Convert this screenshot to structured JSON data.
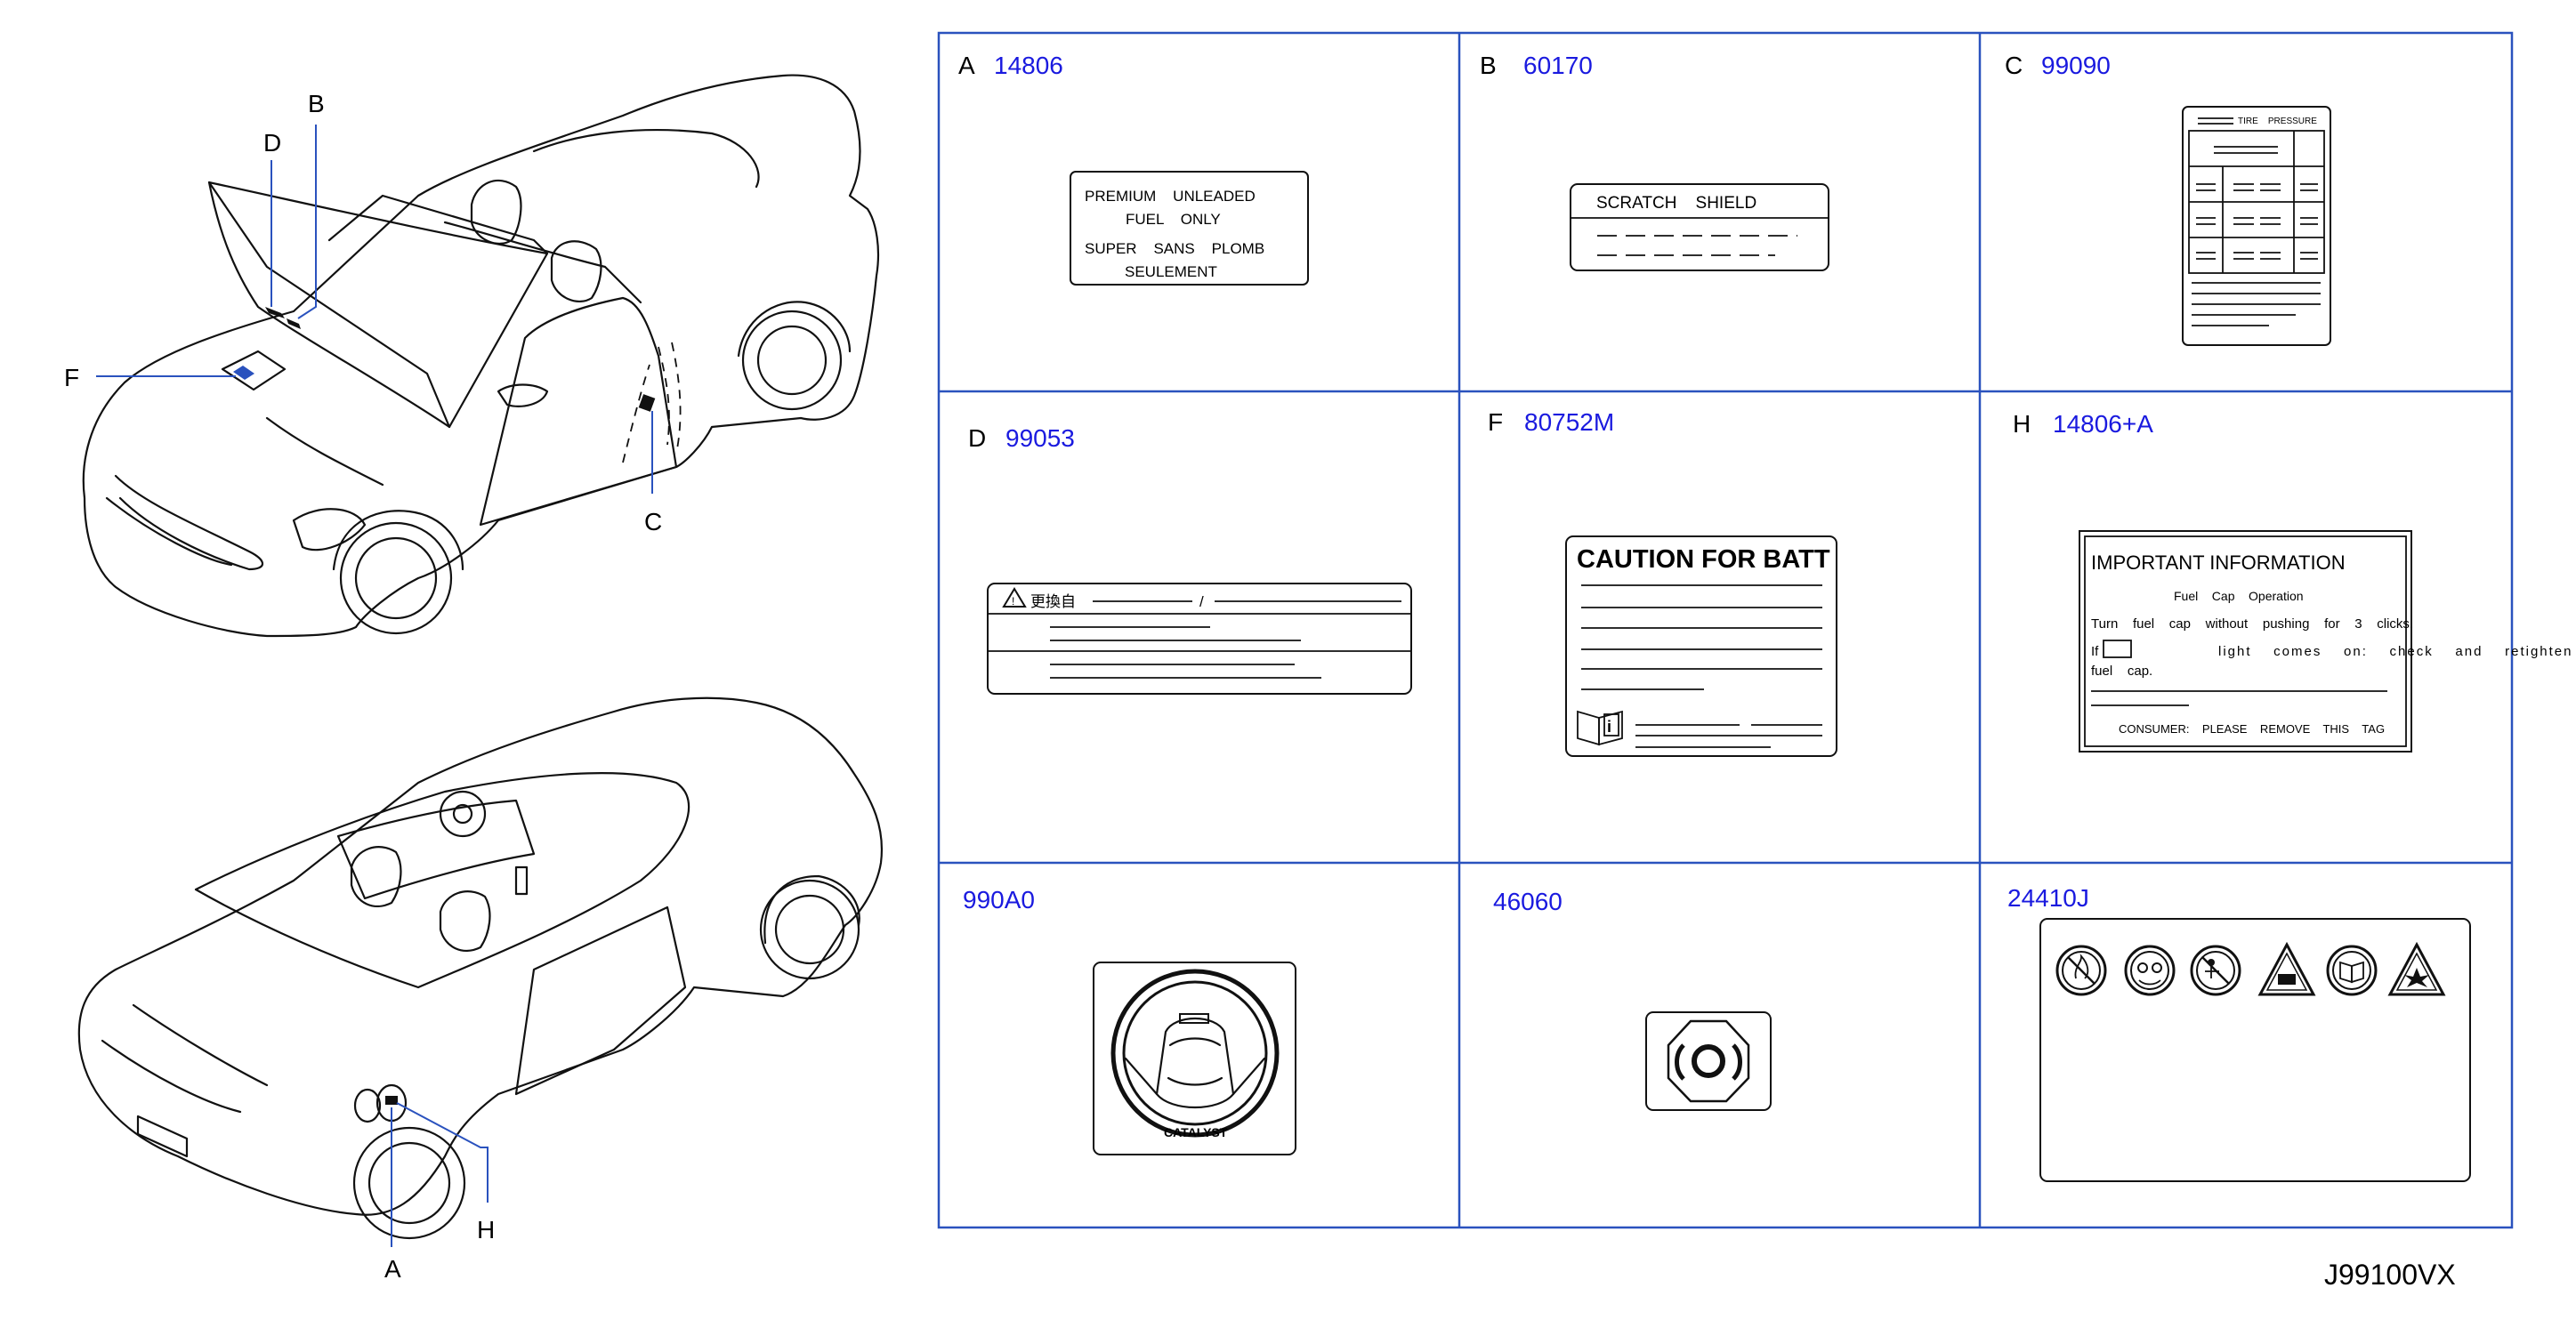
{
  "diagram_id": "J99100VX",
  "callouts": {
    "top_car": [
      "D",
      "B",
      "F",
      "C"
    ],
    "bottom_car": [
      "A",
      "H"
    ]
  },
  "cells": [
    {
      "letter": "A",
      "code": "14806",
      "label_lines": [
        "PREMIUM    UNLEADED",
        "FUEL    ONLY",
        "SUPER    SANS    PLOMB",
        "SEULEMENT"
      ]
    },
    {
      "letter": "B",
      "code": "60170",
      "label_lines": [
        "SCRATCH    SHIELD"
      ]
    },
    {
      "letter": "C",
      "code": "99090",
      "label_lines": [
        "TIRE    PRESSURE"
      ]
    },
    {
      "letter": "D",
      "code": "99053",
      "label_lines": [
        "更換自",
        "/"
      ]
    },
    {
      "letter": "F",
      "code": "80752M",
      "label_lines": [
        "CAUTION FOR BATT"
      ]
    },
    {
      "letter": "H",
      "code": "14806+A",
      "label_lines": [
        "IMPORTANT    INFORMATION",
        "Fuel    Cap    Operation",
        "Turn    fuel    cap    without    pushing    for    3    clicks.",
        "If",
        "light    comes    on:    check    and    retighten",
        "fuel    cap.",
        "CONSUMER:    PLEASE    REMOVE    THIS    TAG"
      ]
    },
    {
      "letter": "",
      "code": "990A0",
      "label_lines": [
        "CATALYST"
      ]
    },
    {
      "letter": "",
      "code": "46060",
      "label_lines": []
    },
    {
      "letter": "",
      "code": "24410J",
      "label_lines": []
    }
  ]
}
